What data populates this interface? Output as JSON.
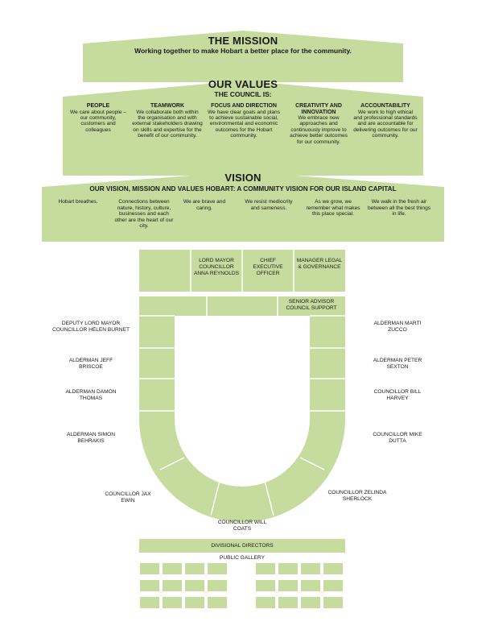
{
  "colors": {
    "green": "#c5dc9e",
    "line": "#ffffff",
    "text": "#1a1a1a"
  },
  "mission": {
    "title": "THE MISSION",
    "subtitle": "Working together to make Hobart a better place for the community."
  },
  "values": {
    "title": "OUR VALUES",
    "subtitle": "THE COUNCIL IS:",
    "items": [
      {
        "heading": "PEOPLE",
        "text": "We care about people – our community, customers and colleagues"
      },
      {
        "heading": "TEAMWORK",
        "text": "We collaborate both within the organisation and with external stakeholders drawing on skills and expertise for the benefit of our community."
      },
      {
        "heading": "FOCUS AND DIRECTION",
        "text": "We have clear goals and plans to achieve sustainable social, environmental and economic outcomes for the Hobart community."
      },
      {
        "heading": "CREATIVITY AND INNOVATION",
        "text": "We embrace new approaches and continuously improve to achieve better outcomes for our community."
      },
      {
        "heading": "ACCOUNTABILITY",
        "text": "We work to high ethical and professional standards and are accountable for delivering outcomes for our community."
      }
    ]
  },
  "vision": {
    "title": "VISION",
    "subtitle": "OUR VISION, MISSION AND VALUES HOBART: A COMMUNITY VISION FOR OUR ISLAND CAPITAL",
    "items": [
      "Hobart breathes.",
      "Connections between nature, history, culture, businesses and each other are the heart of our city.",
      "We are brave and caring.",
      "We resist mediocrity and sameness.",
      "As we grow, we remember what makes this place special.",
      "We walk in the fresh air between all the best things in life."
    ]
  },
  "chamber": {
    "top_seats": [
      "LORD MAYOR COUNCILLOR ANNA REYNOLDS",
      "CHIEF EXECUTIVE OFFICER",
      "MANAGER LEGAL & GOVERNANCE"
    ],
    "senior_advisor": "SENIOR ADVISOR COUNCIL SUPPORT",
    "left": [
      "DEPUTY LORD MAYOR COUNCILLOR HELEN BURNET",
      "ALDERMAN JEFF BRISCOE",
      "ALDERMAN DAMON THOMAS",
      "ALDERMAN SIMON BEHRAKIS",
      "COUNCILLOR JAX EWIN"
    ],
    "right": [
      "ALDERMAN MARTI ZUCCO",
      "ALDERMAN PETER SEXTON",
      "COUNCILLOR BILL HARVEY",
      "COUNCILLOR MIKE DUTTA",
      "COUNCILLOR ZELINDA SHERLOCK"
    ],
    "bottom": "COUNCILLOR WILL COATS",
    "divisional_directors": "DIVISIONAL DIRECTORS",
    "public_gallery": "PUBLIC GALLERY"
  }
}
